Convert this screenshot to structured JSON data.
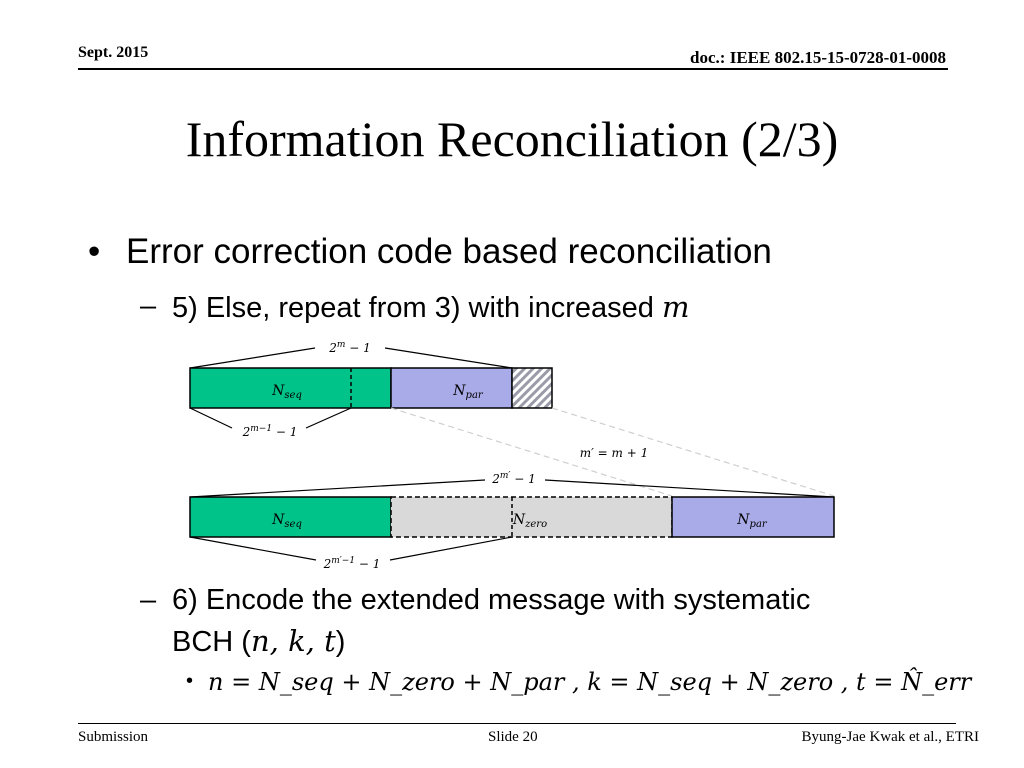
{
  "header": {
    "date": "Sept. 2015",
    "doc": "doc.: IEEE 802.15-15-0728-01-0008"
  },
  "slide_title": "Information Reconciliation (2/3)",
  "bullet": {
    "text": "Error correction code based reconciliation"
  },
  "step5": {
    "text": "5) Else, repeat from 3) with increased ",
    "var": "m"
  },
  "diagram": {
    "top_span_label": "2^m − 1",
    "top_nseq_label": "N_seq",
    "top_npar_label": "N_par",
    "top_sub_span_label": "2^{m−1} − 1",
    "m_update_label": "m′ = m + 1",
    "bottom_span_label": "2^{m′} − 1",
    "bottom_nseq_label": "N_seq",
    "bottom_nzero_label": "N_zero",
    "bottom_npar_label": "N_par",
    "bottom_sub_span_label": "2^{m′−1} − 1",
    "colors": {
      "seq": "#00c389",
      "par": "#a9abe8",
      "zero": "#d9d9d9",
      "hatch": "#9a9aa8"
    }
  },
  "step6": {
    "line1": "6) Encode the extended message with systematic",
    "line2_text": "BCH (",
    "line2_math": "n, k, t",
    "line2_close": ")"
  },
  "formula": {
    "text": "n = N_seq + N_zero + N_par ,  k = N_seq + N_zero ,  t = N̂_err"
  },
  "footer": {
    "left": "Submission",
    "center": "Slide 20",
    "right": "Byung-Jae Kwak et al., ETRI"
  }
}
